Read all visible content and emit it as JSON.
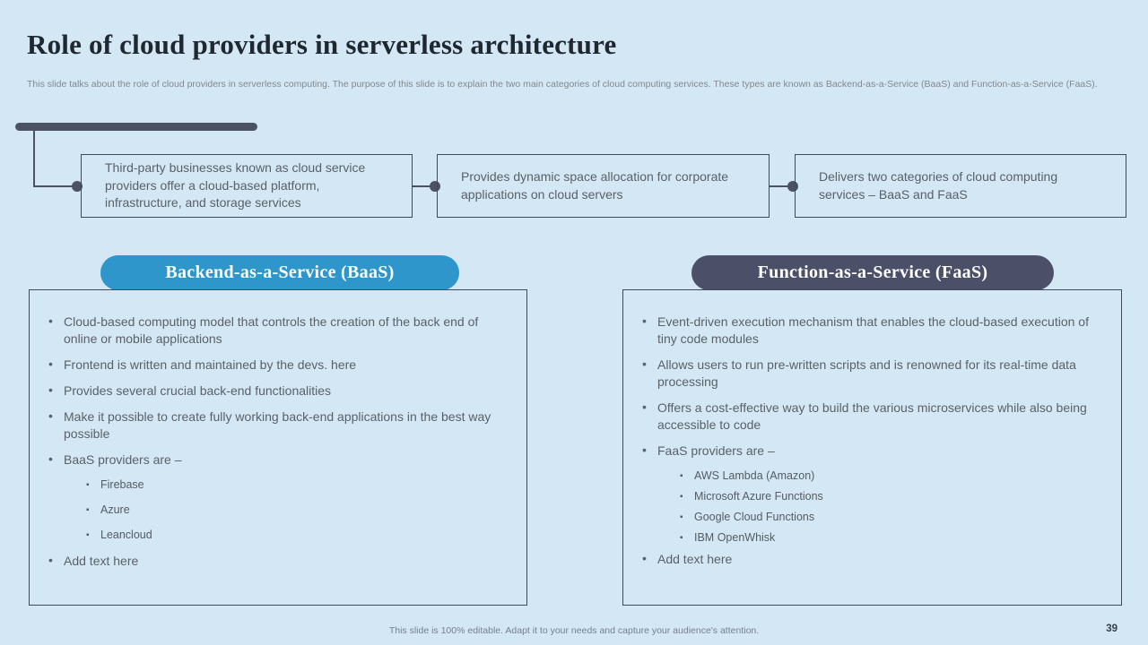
{
  "slide": {
    "title": "Role of cloud providers in serverless architecture",
    "subtitle": "This slide talks about the role of cloud providers in serverless computing. The purpose of this slide is to explain the two main categories of cloud computing services. These types are known as Backend-as-a-Service (BaaS) and Function-as-a-Service (FaaS).",
    "footer": "This slide is 100% editable. Adapt it to your needs and capture your audience's attention.",
    "page_number": "39"
  },
  "flow_boxes": [
    {
      "text": "Third-party businesses known as cloud service providers offer a cloud-based platform, infrastructure, and storage services"
    },
    {
      "text": "Provides dynamic space allocation for corporate applications on cloud servers"
    },
    {
      "text": "Delivers two categories of cloud computing services – BaaS and FaaS"
    }
  ],
  "sections": [
    {
      "header": "Backend-as-a-Service (BaaS)",
      "bullets": [
        {
          "level": 1,
          "text": "Cloud-based computing model that controls the creation of the back end of online or mobile applications"
        },
        {
          "level": 1,
          "text": "Frontend is written and maintained by the devs. here"
        },
        {
          "level": 1,
          "text": "Provides several crucial back-end functionalities"
        },
        {
          "level": 1,
          "text": "Make it possible to create fully working back-end applications in the best way possible"
        },
        {
          "level": 1,
          "text": "BaaS providers are –"
        },
        {
          "level": 2,
          "text": "Firebase"
        },
        {
          "level": 2,
          "text": "Azure"
        },
        {
          "level": 2,
          "text": "Leancloud"
        },
        {
          "level": 1,
          "text": "Add text here"
        }
      ]
    },
    {
      "header": "Function-as-a-Service (FaaS)",
      "bullets": [
        {
          "level": 1,
          "text": "Event-driven execution mechanism that enables the cloud-based execution of tiny code modules"
        },
        {
          "level": 1,
          "text": "Allows users to run pre-written scripts and is renowned for its real-time data processing"
        },
        {
          "level": 1,
          "text": "Offers a cost-effective way to build the various microservices while also being accessible to code"
        },
        {
          "level": 1,
          "text": "FaaS providers are –"
        },
        {
          "level": 2,
          "text": "AWS Lambda (Amazon)"
        },
        {
          "level": 2,
          "text": "Microsoft Azure Functions"
        },
        {
          "level": 2,
          "text": "Google Cloud Functions"
        },
        {
          "level": 2,
          "text": "IBM OpenWhisk"
        },
        {
          "level": 1,
          "text": "Add text here"
        }
      ]
    }
  ],
  "colors": {
    "background": "#d3e7f4",
    "accent": "#4a5263",
    "baas_pill": "#2e96cb",
    "faas_pill": "#4b5068",
    "body_text": "#5a6169",
    "title_text": "#1f2730",
    "box_border": "#3e4957"
  }
}
